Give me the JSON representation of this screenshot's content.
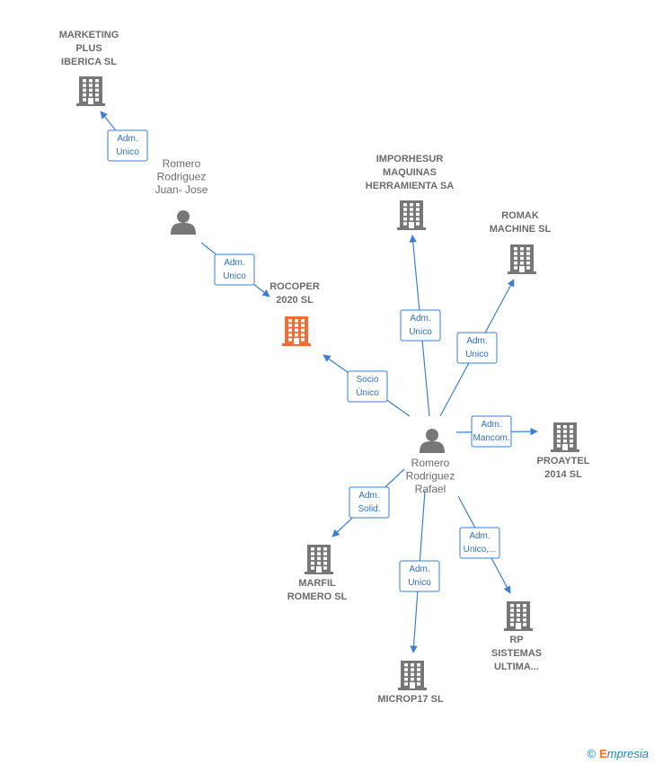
{
  "colors": {
    "edge": "#3a7fd5",
    "company": "#777777",
    "focus": "#f26c35",
    "person": "#777777"
  },
  "nodes": [
    {
      "id": "marketing",
      "type": "company",
      "icon": "building-icon",
      "lines": [
        "MARKETING",
        "PLUS",
        "IBERICA  SL"
      ]
    },
    {
      "id": "romero_juan",
      "type": "person",
      "icon": "person-icon",
      "lines": [
        "Romero",
        "Rodriguez",
        "Juan- Jose"
      ]
    },
    {
      "id": "rocoper",
      "type": "focus",
      "icon": "building-icon",
      "lines": [
        "ROCOPER",
        "2020  SL"
      ]
    },
    {
      "id": "imporhesur",
      "type": "company",
      "icon": "building-icon",
      "lines": [
        "IMPORHESUR",
        "MAQUINAS",
        "HERRAMIENTA SA"
      ]
    },
    {
      "id": "romak",
      "type": "company",
      "icon": "building-icon",
      "lines": [
        "ROMAK",
        "MACHINE SL"
      ]
    },
    {
      "id": "romero_rafael",
      "type": "person",
      "icon": "person-icon",
      "lines": [
        "Romero",
        "Rodriguez",
        "Rafael"
      ]
    },
    {
      "id": "proaytel",
      "type": "company",
      "icon": "building-icon",
      "lines": [
        "PROAYTEL",
        "2014  SL"
      ]
    },
    {
      "id": "marfil",
      "type": "company",
      "icon": "building-icon",
      "lines": [
        "MARFIL",
        "ROMERO  SL"
      ]
    },
    {
      "id": "rp",
      "type": "company",
      "icon": "building-icon",
      "lines": [
        "RP",
        "SISTEMAS",
        "ULTIMA..."
      ]
    },
    {
      "id": "microp17",
      "type": "company",
      "icon": "building-icon",
      "lines": [
        "MICROP17  SL"
      ]
    }
  ],
  "edges": [
    {
      "from": "romero_juan",
      "to": "marketing",
      "label": [
        "Adm.",
        "Unico"
      ]
    },
    {
      "from": "romero_juan",
      "to": "rocoper",
      "label": [
        "Adm.",
        "Unico"
      ]
    },
    {
      "from": "romero_rafael",
      "to": "rocoper",
      "label": [
        "Socio",
        "Único"
      ]
    },
    {
      "from": "romero_rafael",
      "to": "imporhesur",
      "label": [
        "Adm.",
        "Unico"
      ]
    },
    {
      "from": "romero_rafael",
      "to": "romak",
      "label": [
        "Adm.",
        "Unico"
      ]
    },
    {
      "from": "romero_rafael",
      "to": "proaytel",
      "label": [
        "Adm.",
        "Mancom."
      ]
    },
    {
      "from": "romero_rafael",
      "to": "marfil",
      "label": [
        "Adm.",
        "Solid."
      ]
    },
    {
      "from": "romero_rafael",
      "to": "rp",
      "label": [
        "Adm.",
        "Unico,..."
      ]
    },
    {
      "from": "romero_rafael",
      "to": "microp17",
      "label": [
        "Adm.",
        "Unico"
      ]
    }
  ],
  "watermark": {
    "symbol": "©",
    "brand_initial": "E",
    "brand_rest": "mpresia"
  }
}
